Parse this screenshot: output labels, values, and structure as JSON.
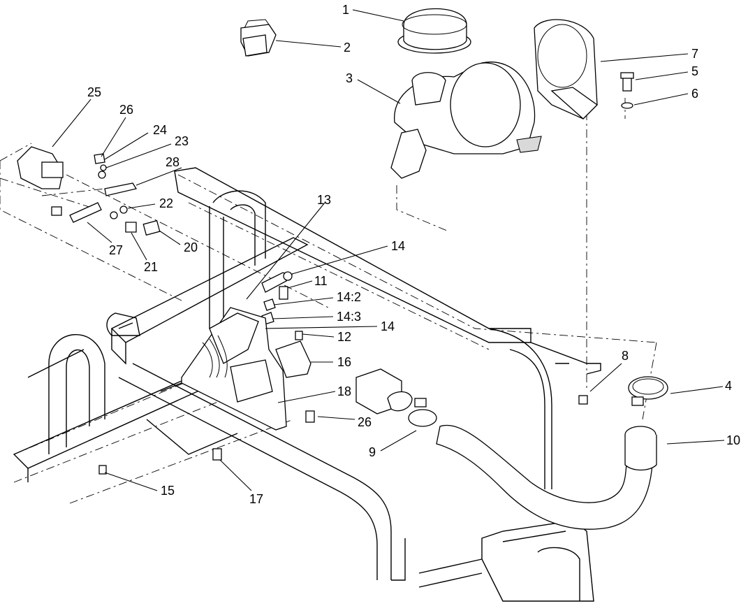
{
  "callouts": [
    {
      "id": "c1",
      "label": "1"
    },
    {
      "id": "c2",
      "label": "2"
    },
    {
      "id": "c3",
      "label": "3"
    },
    {
      "id": "c4",
      "label": "4"
    },
    {
      "id": "c5",
      "label": "5"
    },
    {
      "id": "c6",
      "label": "6"
    },
    {
      "id": "c7",
      "label": "7"
    },
    {
      "id": "c8",
      "label": "8"
    },
    {
      "id": "c9",
      "label": "9"
    },
    {
      "id": "c10",
      "label": "10"
    },
    {
      "id": "c11",
      "label": "11"
    },
    {
      "id": "c12",
      "label": "12"
    },
    {
      "id": "c13",
      "label": "13"
    },
    {
      "id": "c14a",
      "label": "14"
    },
    {
      "id": "c14_2",
      "label": "14:2"
    },
    {
      "id": "c14_3",
      "label": "14:3"
    },
    {
      "id": "c14b",
      "label": "14"
    },
    {
      "id": "c15",
      "label": "15"
    },
    {
      "id": "c16",
      "label": "16"
    },
    {
      "id": "c17",
      "label": "17"
    },
    {
      "id": "c18",
      "label": "18"
    },
    {
      "id": "c20",
      "label": "20"
    },
    {
      "id": "c21",
      "label": "21"
    },
    {
      "id": "c22",
      "label": "22"
    },
    {
      "id": "c23",
      "label": "23"
    },
    {
      "id": "c24",
      "label": "24"
    },
    {
      "id": "c25",
      "label": "25"
    },
    {
      "id": "c26a",
      "label": "26"
    },
    {
      "id": "c26b",
      "label": "26"
    },
    {
      "id": "c27",
      "label": "27"
    },
    {
      "id": "c28",
      "label": "28"
    }
  ]
}
